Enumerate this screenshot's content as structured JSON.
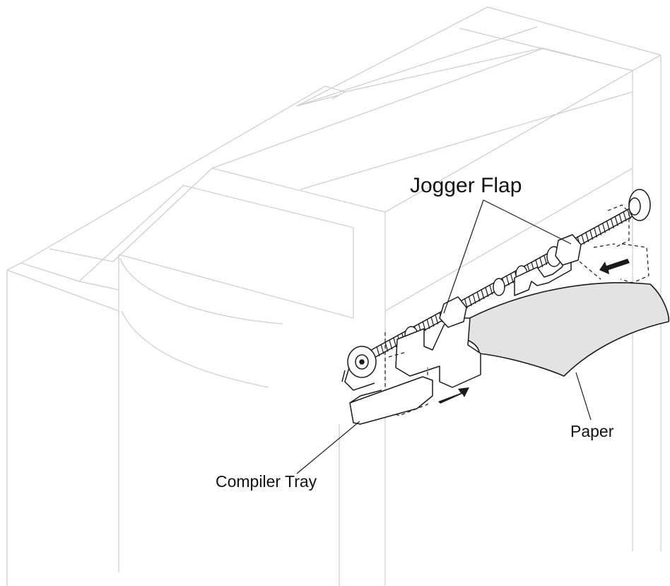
{
  "labels": {
    "jogger_flap": "Jogger Flap",
    "paper": "Paper",
    "compiler_tray": "Compiler Tray"
  },
  "colors": {
    "housing_line": "#cfcfcf",
    "mechanism_line": "#1a1a1a",
    "paper_fill": "#e3e3e3",
    "background": "#ffffff"
  }
}
